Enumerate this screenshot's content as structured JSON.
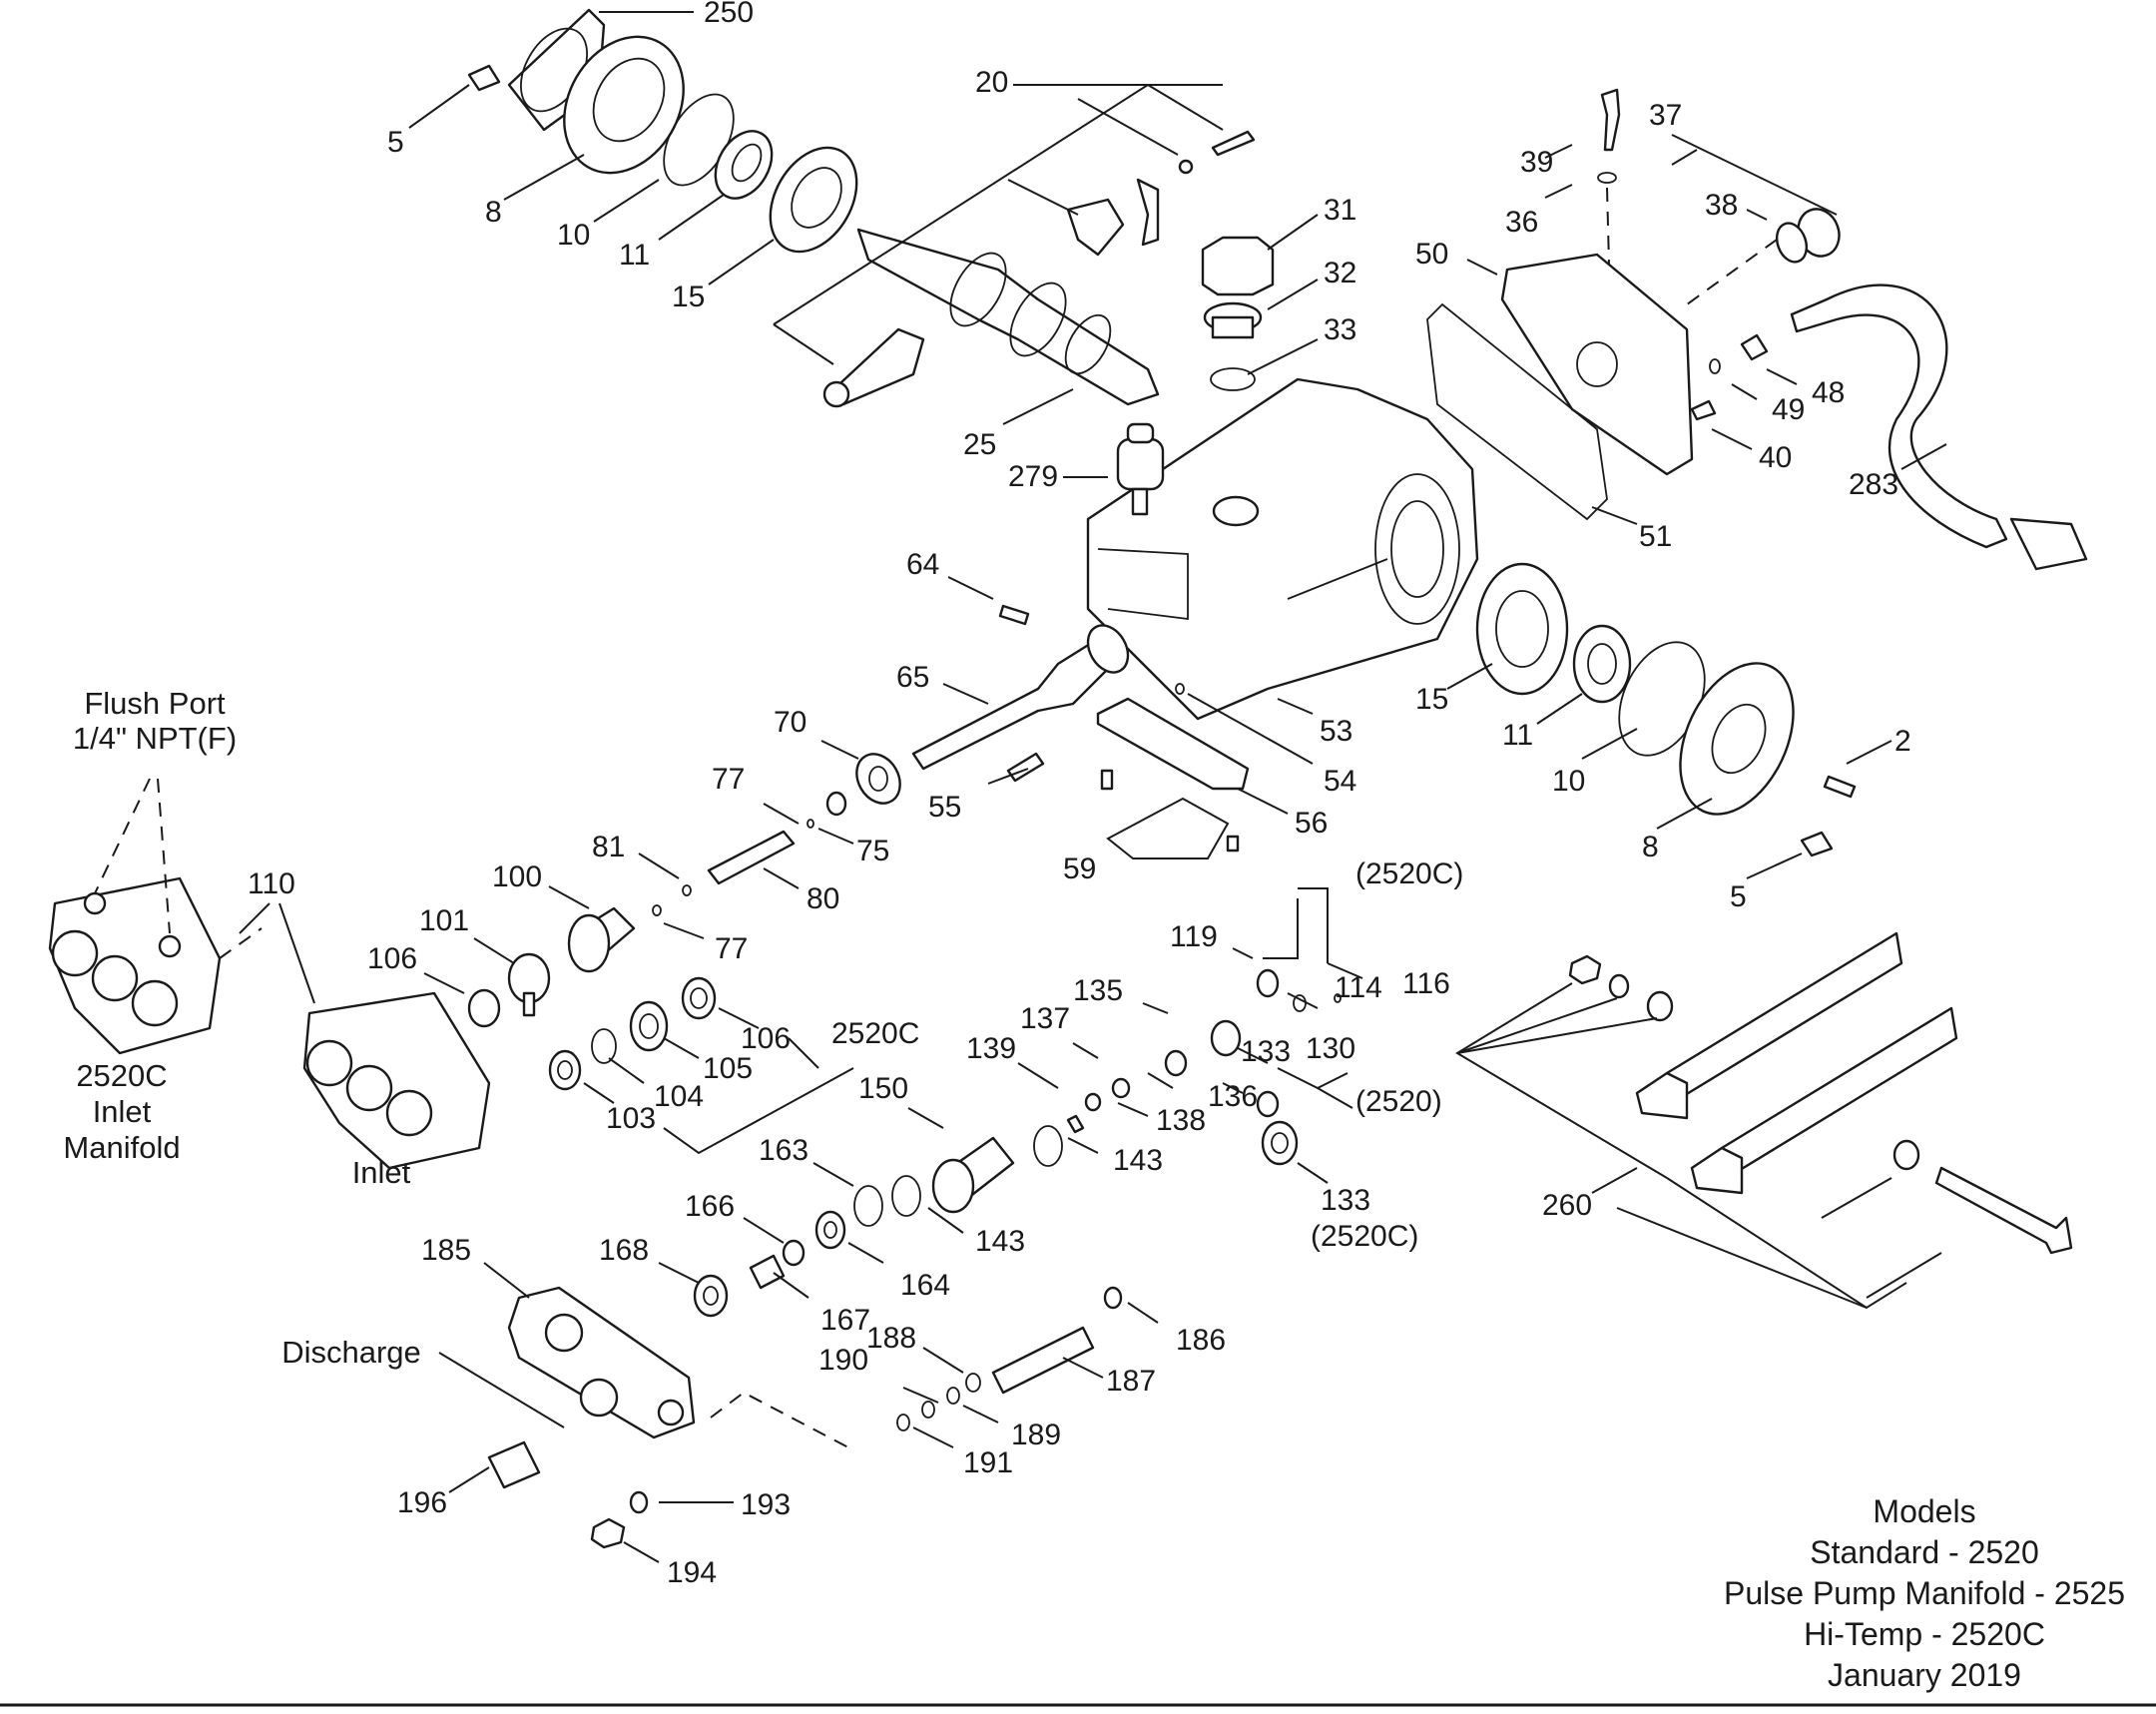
{
  "callouts": [
    "250",
    "5",
    "8",
    "10",
    "11",
    "15",
    "20",
    "25",
    "279",
    "31",
    "32",
    "33",
    "39",
    "37",
    "36",
    "38",
    "50",
    "48",
    "49",
    "40",
    "283",
    "51",
    "64",
    "65",
    "15",
    "11",
    "10",
    "8",
    "2",
    "5",
    "53",
    "54",
    "56",
    "55",
    "70",
    "75",
    "77",
    "80",
    "59",
    "81",
    "77",
    "100",
    "101",
    "106",
    "110",
    "106",
    "105",
    "104",
    "103",
    "2520C",
    "(2520C)",
    "119",
    "114",
    "116",
    "135",
    "137",
    "130",
    "133",
    "136",
    "138",
    "(2520)",
    "139",
    "150",
    "143",
    "143",
    "133",
    "(2520C)",
    "163",
    "166",
    "164",
    "168",
    "167",
    "185",
    "188",
    "186",
    "190",
    "187",
    "189",
    "191",
    "196",
    "193",
    "194",
    "260"
  ],
  "annotations": {
    "flush_port": [
      "Flush Port",
      "1/4\" NPT(F)"
    ],
    "inlet_2520c": [
      "2520C",
      "Inlet",
      "Manifold"
    ],
    "inlet": "Inlet",
    "discharge": "Discharge"
  },
  "models": {
    "heading": "Models",
    "lines": [
      "Standard - 2520",
      "Pulse Pump Manifold - 2525",
      "Hi-Temp - 2520C",
      "January 2019"
    ]
  }
}
